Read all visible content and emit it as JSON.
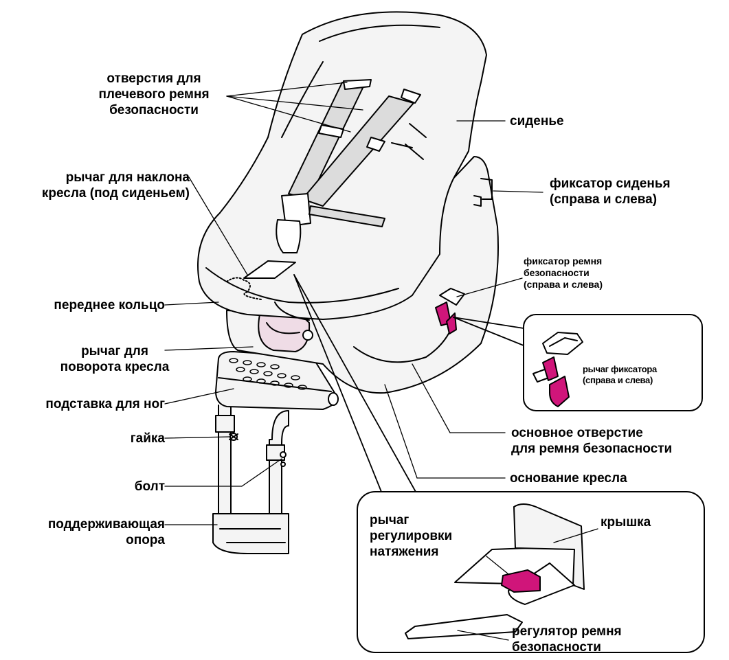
{
  "colors": {
    "outline": "#000000",
    "seat_fill": "#f4f4f4",
    "strap_fill": "#dcdcdc",
    "pad_fill": "#efdce6",
    "accent_magenta": "#d0157a"
  },
  "labels": {
    "shoulder_slots": "отверстия для\nплечевого ремня\nбезопасности",
    "recline_lever": "рычаг для наклона\nкресла (под сиденьем)",
    "front_ring": "переднее кольцо",
    "rotate_lever": "рычаг для\nповорота кресла",
    "footrest": "подставка для ног",
    "nut": "гайка",
    "bolt": "болт",
    "support_leg": "поддерживающая\nопора",
    "seat": "сиденье",
    "seat_lock": "фиксатор сиденья\n(справа и слева)",
    "belt_lock": "фиксатор ремня\nбезопасности\n(справа и слева)",
    "lock_lever": "рычаг фиксатора\n(справа и слева)",
    "main_belt_slot": "основное отверстие\nдля ремня безопасности",
    "seat_base": "основание кресла",
    "tension_lever": "рычаг\nрегулировки\nнатяжения",
    "cover": "крышка",
    "belt_adjuster": "регулятор ремня\nбезопасности"
  }
}
